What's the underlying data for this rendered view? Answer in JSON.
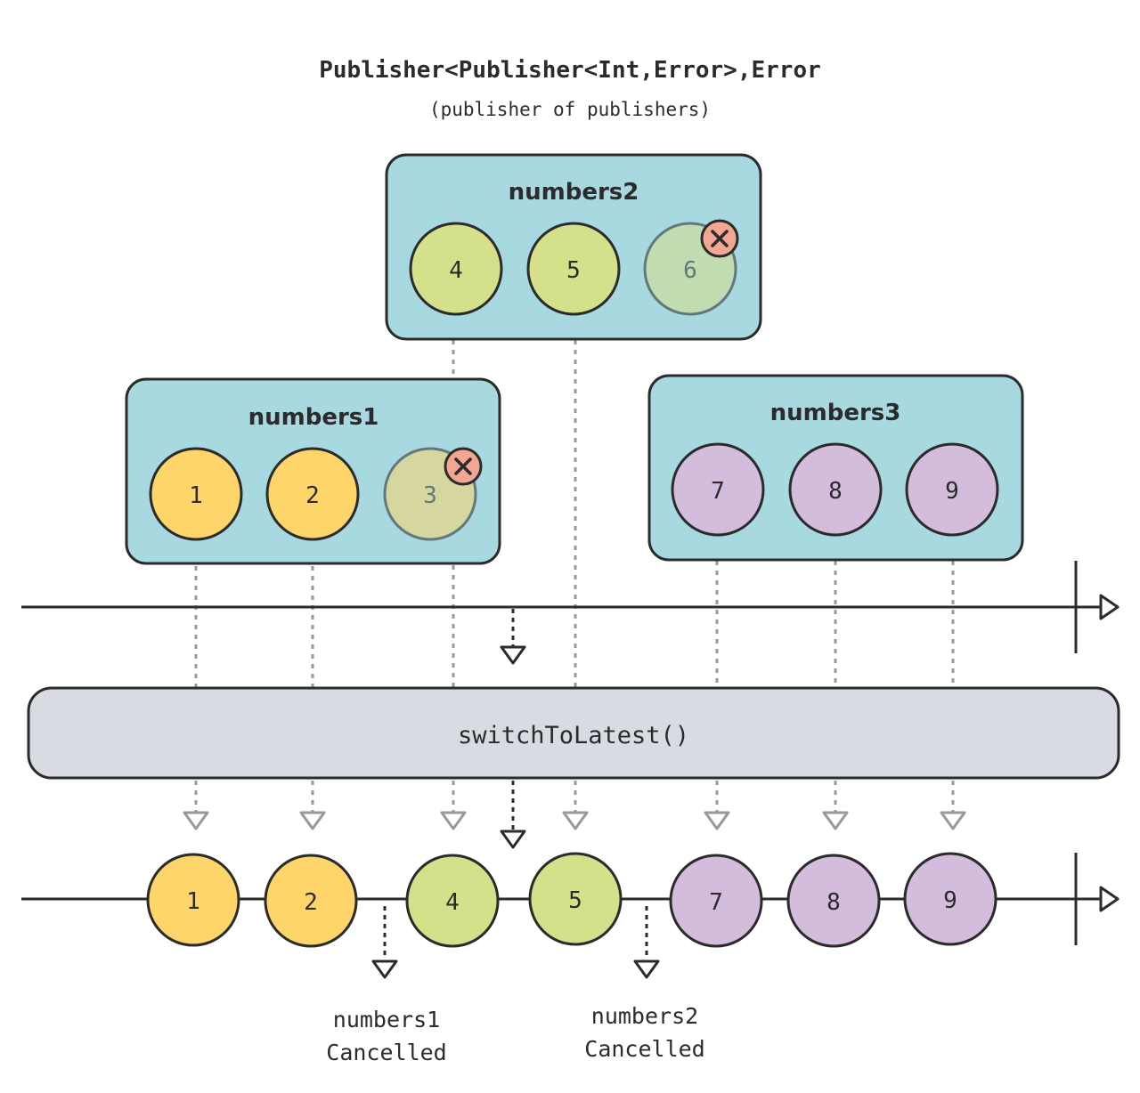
{
  "title": {
    "line1": "Publisher<Publisher<Int,Error>,Error",
    "line2": "(publisher of publishers)"
  },
  "publishers": [
    {
      "name": "numbers1",
      "values": [
        "1",
        "2",
        "3"
      ],
      "cancelled_index": 2,
      "color": "#fdd56a"
    },
    {
      "name": "numbers2",
      "values": [
        "4",
        "5",
        "6"
      ],
      "cancelled_index": 2,
      "color": "#d5e08a"
    },
    {
      "name": "numbers3",
      "values": [
        "7",
        "8",
        "9"
      ],
      "cancelled_index": null,
      "color": "#d4bcdc"
    }
  ],
  "operator": {
    "label": "switchToLatest()"
  },
  "output": {
    "values": [
      "1",
      "2",
      "4",
      "5",
      "7",
      "8",
      "9"
    ]
  },
  "cancellations": [
    {
      "line1": "numbers1",
      "line2": "Cancelled"
    },
    {
      "line1": "numbers2",
      "line2": "Cancelled"
    }
  ],
  "colors": {
    "box_fill": "#a8d8e0",
    "operator_fill": "#d8dbe2",
    "cancel_badge": "#f3a691",
    "stroke": "#2b2b2b",
    "dotted": "#999999"
  }
}
